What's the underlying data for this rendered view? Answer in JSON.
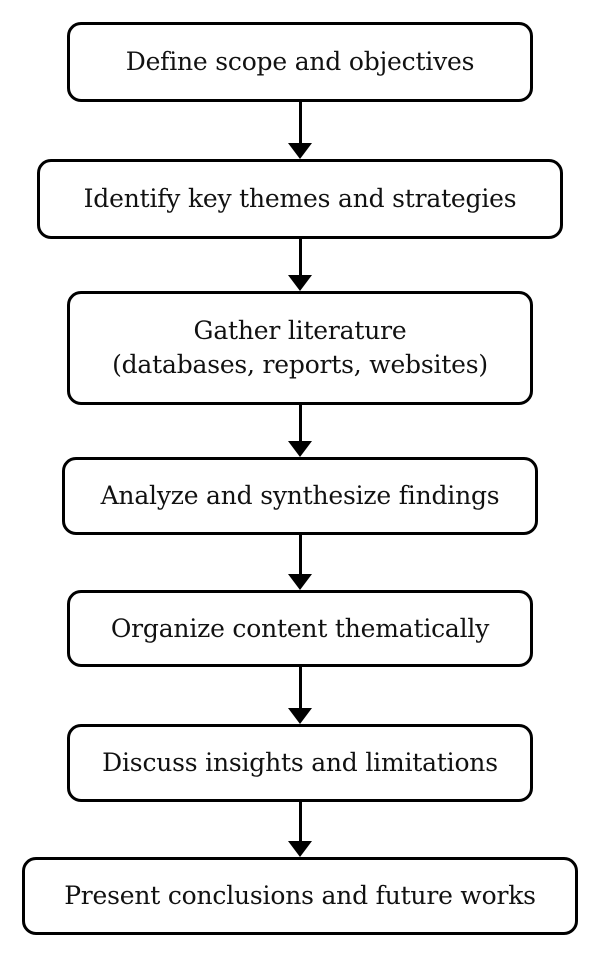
{
  "steps": [
    {
      "lines": [
        "Define scope and objectives"
      ]
    },
    {
      "lines": [
        "Identify key themes and strategies"
      ]
    },
    {
      "lines": [
        "Gather literature",
        "(databases, reports, websites)"
      ]
    },
    {
      "lines": [
        "Analyze and synthesize findings"
      ]
    },
    {
      "lines": [
        "Organize content thematically"
      ]
    },
    {
      "lines": [
        "Discuss insights and limitations"
      ]
    },
    {
      "lines": [
        "Present conclusions and future works"
      ]
    }
  ]
}
